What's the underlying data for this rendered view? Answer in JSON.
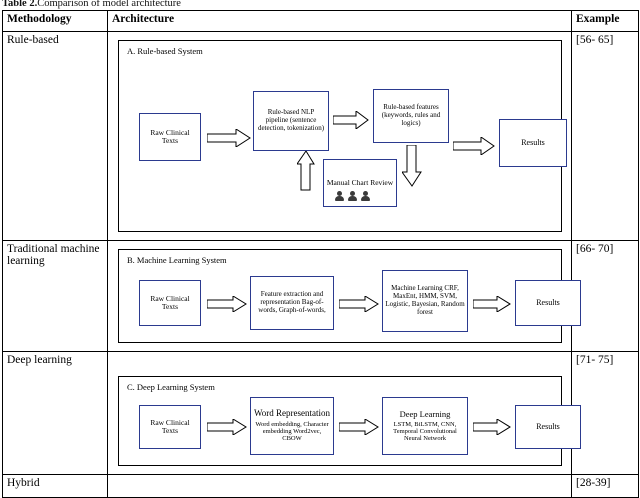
{
  "caption": {
    "label": "Table 2.",
    "text": "Comparison of model architecture"
  },
  "table": {
    "headers": [
      "Methodology",
      "Architecture",
      "Example"
    ],
    "rows": [
      {
        "methodology": "Rule-based",
        "example": "[56- 65]"
      },
      {
        "methodology": "Traditional machine learning",
        "example": "[66- 70]"
      },
      {
        "methodology": "Deep learning",
        "example": "[71- 75]"
      },
      {
        "methodology": "Hybrid",
        "example": "[28-39]"
      }
    ]
  },
  "diagrams": {
    "rule_based": {
      "title": "A. Rule-based System",
      "nodes": {
        "input": "Raw Clinical Texts",
        "nlp": "Rule-based NLP pipeline (sentence detection, tokenization)",
        "features": "Rule-based features (keywords, rules and logics)",
        "manual": "Manual Chart Review",
        "results": "Results"
      }
    },
    "machine_learning": {
      "title": "B. Machine Learning System",
      "nodes": {
        "input": "Raw Clinical Texts",
        "features": "Feature extraction and representation Bag-of-words, Graph-of-words,",
        "model": "Machine Learning CRF, MaxEnt, HMM, SVM, Logistic, Bayesian, Random forest",
        "results": "Results"
      }
    },
    "deep_learning": {
      "title": "C. Deep Learning System",
      "nodes": {
        "input": "Raw Clinical Texts",
        "representation_title": "Word Representation",
        "representation_body": "Word embedding, Character embedding Word2vec, CBOW",
        "model_title": "Deep Learning",
        "model_body": "LSTM, BiLSTM, CNN, Temporal Convolutional Neural Network",
        "results": "Results"
      }
    }
  }
}
